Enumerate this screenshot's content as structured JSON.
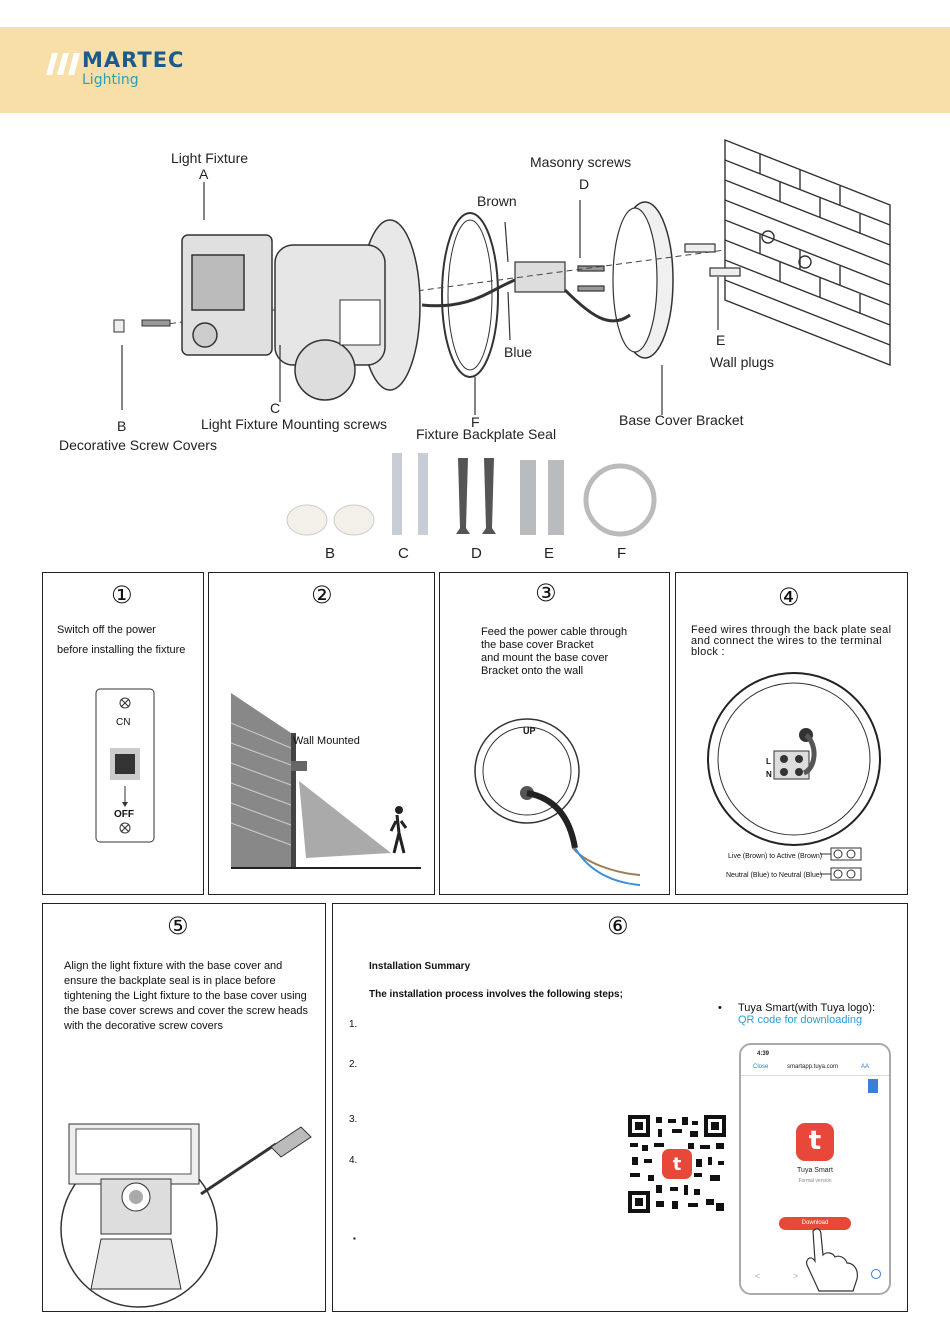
{
  "brand": {
    "name": "MARTEC",
    "sub": "Lighting"
  },
  "diagram": {
    "labels": {
      "light_fixture": "Light Fixture",
      "a": "A",
      "masonry_screws": "Masonry screws",
      "d": "D",
      "brown": "Brown",
      "blue": "Blue",
      "e": "E",
      "wall_plugs": "Wall plugs",
      "b": "B",
      "decorative_screw_covers": "Decorative Screw Covers",
      "c": "C",
      "mounting_screws": "Light Fixture Mounting screws",
      "f": "F",
      "backplate_seal": "Fixture Backplate Seal",
      "base_cover_bracket": "Base Cover Bracket"
    },
    "parts_row": [
      "B",
      "C",
      "D",
      "E",
      "F"
    ]
  },
  "steps": [
    {
      "num": "①",
      "lines": [
        "Switch off the power",
        "before installing the fixture"
      ],
      "switch_on": "CN",
      "switch_off": "OFF"
    },
    {
      "num": "②",
      "caption": "Wall Mounted"
    },
    {
      "num": "③",
      "lines": [
        "Feed the power cable through",
        "the base cover Bracket",
        "and mount the base cover",
        "Bracket  onto the wall"
      ],
      "up_mark": "UP"
    },
    {
      "num": "④",
      "lines": [
        "Feed wires through the back plate seal",
        "and connect the wires to the terminal",
        "block :"
      ],
      "live": "Live (Brown) to Active (Brown)",
      "neutral": "Neutral (Blue) to Neutral (Blue)",
      "l_mark": "L",
      "n_mark": "N"
    },
    {
      "num": "⑤",
      "lines": [
        "Align the light fixture with the base cover and",
        "ensure the backplate seal is in place before",
        "tightening the Light fixture to the base cover using",
        "the base cover screws and cover the screw heads",
        "with the decorative screw covers"
      ]
    },
    {
      "num": "⑥",
      "summary_title": "Installation Summary",
      "summary_intro": "The installation process involves the following steps;",
      "items": [
        "1.",
        "2.",
        "3.",
        "4."
      ],
      "bullet": "▪",
      "app_bullet": "Tuya Smart(with Tuya logo):",
      "app_link": "QR code for downloading",
      "phone": {
        "time": "4:39",
        "close": "Close",
        "url": "smartapp.tuya.com",
        "aa": "AA",
        "app_name": "Tuya Smart",
        "app_sub": "Formal version",
        "download": "Download"
      }
    }
  ],
  "colors": {
    "header_bg": "#f8dfa8",
    "brand_blue": "#1c5a8c",
    "brand_teal": "#2a9fb8",
    "tuya_red": "#e8483a",
    "link_blue": "#2a9fd8"
  }
}
